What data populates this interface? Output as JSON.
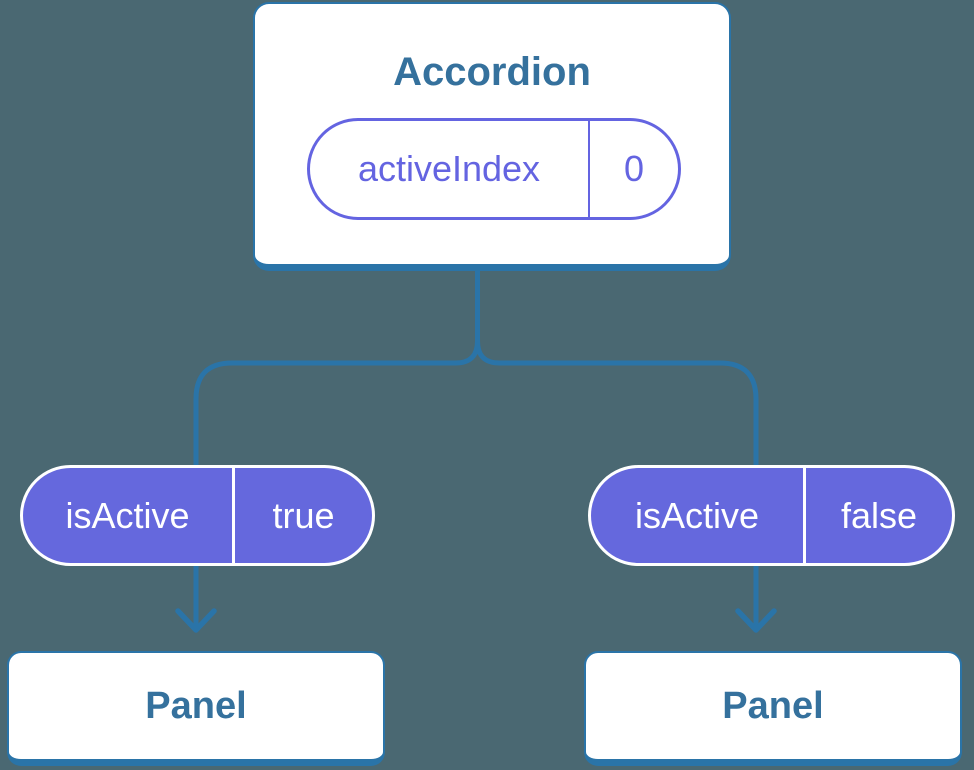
{
  "colors": {
    "bg": "#4a6872",
    "line": "#2a74a8",
    "heading": "#35719d",
    "purple": "#6464e1",
    "purple-fill": "#6568dd",
    "card-bg": "#ffffff",
    "pill-text": "#ffffff"
  },
  "root": {
    "title": "Accordion",
    "state": {
      "name": "activeIndex",
      "value": "0"
    }
  },
  "props": [
    {
      "name": "isActive",
      "value": "true"
    },
    {
      "name": "isActive",
      "value": "false"
    }
  ],
  "panels": [
    {
      "title": "Panel"
    },
    {
      "title": "Panel"
    }
  ]
}
